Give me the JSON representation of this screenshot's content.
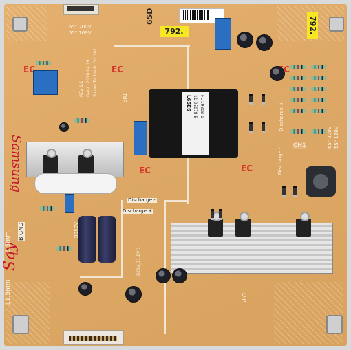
{
  "stickers": {
    "top": "792.",
    "right": "792."
  },
  "board_labels": {
    "model_top": "65D",
    "rev": "REV 1.1",
    "date": "Date : 2018.04.19",
    "maker": "Solum Technolo Co.,Ltd",
    "spec_top_1": "65\" 200V",
    "spec_top_2": "55\" 169V",
    "spec_right_1": "65\" 200V",
    "spec_right_2": "55\" 169V",
    "ch1": "CH1",
    "dip_top": "DIP",
    "dip_bottom": "DIP",
    "discharge_minus": "Discharge -",
    "discharge_plus": "Discharge +",
    "discharge_plus_right": "Discharge +",
    "discharge_minus_right": "Discharge -",
    "b350v": "B350V",
    "b_gnd": "B GND",
    "b_mid": "B20V_11.0V 1",
    "ec": "EC"
  },
  "transformer_text": {
    "line1": "L65E6",
    "line2": "11 05078 B",
    "line3": "FL 1980B 1"
  },
  "handwriting": {
    "brand": "Samsung",
    "board_no": "Sqy",
    "dim1": "6.5mm",
    "dim2": "11.5mm"
  },
  "colors": {
    "board": "#dda866",
    "heatsink": "#d6d6d6",
    "sticker": "#f6e623",
    "ink": "#c4142a"
  }
}
